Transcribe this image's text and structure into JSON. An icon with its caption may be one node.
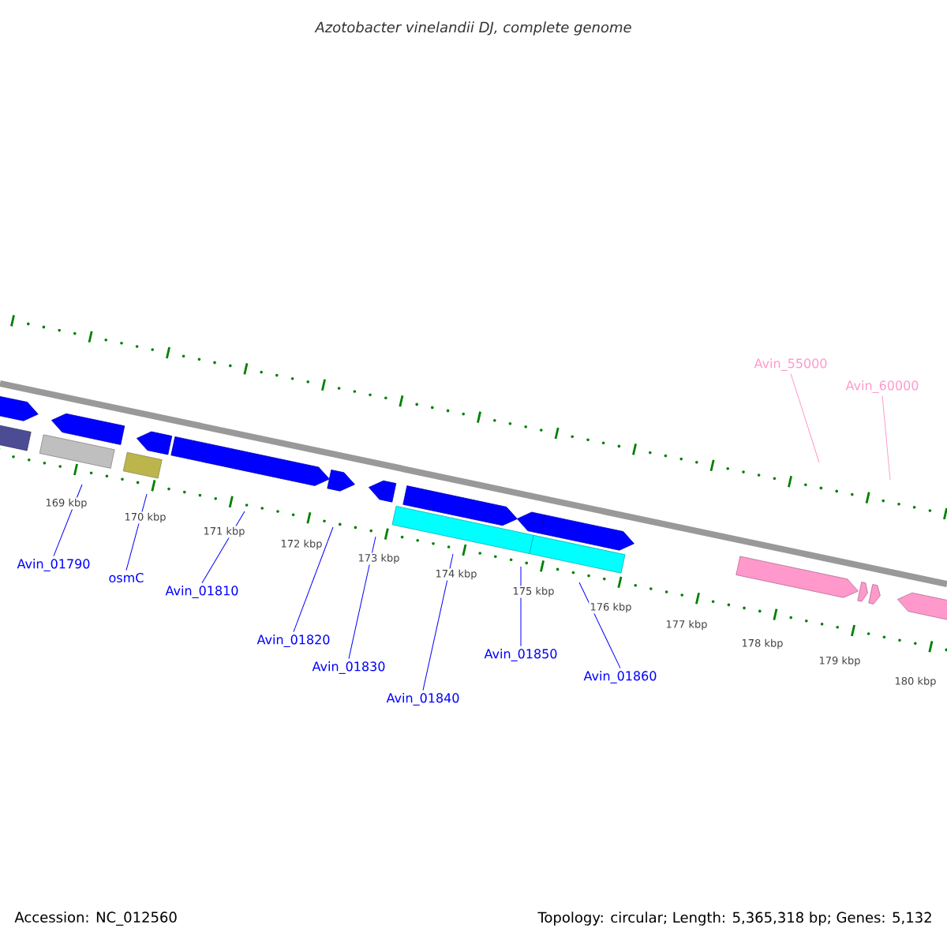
{
  "diagram": {
    "title": "Azotobacter vinelandii DJ, complete genome",
    "nodes": [
      {
        "text": [
          "Avin_01790"
        ]
      },
      {
        "text": [
          "osmC"
        ]
      },
      {
        "text": [
          "Avin_01810"
        ]
      },
      {
        "text": [
          "Avin_01820"
        ]
      },
      {
        "text": [
          "Avin_01830"
        ]
      },
      {
        "text": [
          "Avin_01840"
        ]
      },
      {
        "text": [
          "Avin_01850"
        ]
      },
      {
        "text": [
          "Avin_01860"
        ]
      },
      {
        "text": [
          "Avin_55000"
        ]
      },
      {
        "text": [
          "Avin_60000"
        ]
      }
    ],
    "edges": [
      {
        "from": 0,
        "to": null,
        "arrow": "none"
      },
      {
        "from": 1,
        "to": null,
        "arrow": "none"
      },
      {
        "from": 2,
        "to": null,
        "arrow": "none"
      },
      {
        "from": 3,
        "to": null,
        "arrow": "none"
      },
      {
        "from": 4,
        "to": null,
        "arrow": "none"
      },
      {
        "from": 5,
        "to": null,
        "arrow": "none"
      },
      {
        "from": 6,
        "to": null,
        "arrow": "none"
      },
      {
        "from": 7,
        "to": null,
        "arrow": "none"
      },
      {
        "from": 8,
        "to": null,
        "arrow": "none",
        "color": "#ff99cc"
      },
      {
        "from": 9,
        "to": null,
        "arrow": "none",
        "color": "#ff99cc"
      }
    ],
    "labels": [
      "169 kbp",
      "170 kbp",
      "171 kbp",
      "172 kbp",
      "173 kbp",
      "174 kbp",
      "175 kbp",
      "176 kbp",
      "177 kbp",
      "178 kbp",
      "179 kbp",
      "180 kbp",
      "Accession: NC_012560",
      "Topology: circular; Length: 5,365,318 bp; Genes: 5,132"
    ]
  }
}
